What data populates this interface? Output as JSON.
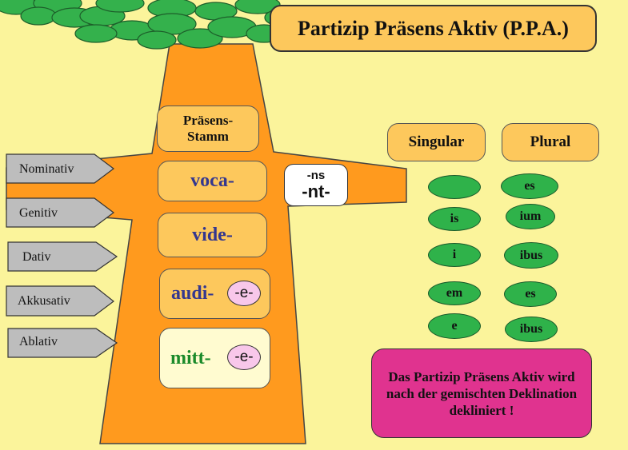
{
  "title": "Partizip Präsens Aktiv (P.P.A.)",
  "stem_header": {
    "line1": "Präsens-",
    "line2": "Stamm"
  },
  "stems": {
    "voca": "voca-",
    "vide": "vide-",
    "audi": "audi-",
    "mitt": "mitt-",
    "connector": "-e-"
  },
  "suffix": {
    "ns": "-ns",
    "nt": "-nt-"
  },
  "cases": [
    "Nominativ",
    "Genitiv",
    "Dativ",
    "Akkusativ",
    "Ablativ"
  ],
  "headers": {
    "singular": "Singular",
    "plural": "Plural"
  },
  "singular_endings": [
    "",
    "is",
    "i",
    "em",
    "e"
  ],
  "plural_endings": [
    "es",
    "ium",
    "ibus",
    "es",
    "ibus"
  ],
  "note": "Das Partizip Präsens Aktiv wird nach der gemischten Deklination dekliniert !",
  "colors": {
    "background": "#fbf49b",
    "trunk": "#ff9a1e",
    "leaves": "#34b14c",
    "box_fill": "#fdc85c",
    "arrow": "#bdbdbd",
    "note": "#e0338f",
    "stem_text": "#34378f",
    "mitt_text": "#1a8a2a"
  }
}
